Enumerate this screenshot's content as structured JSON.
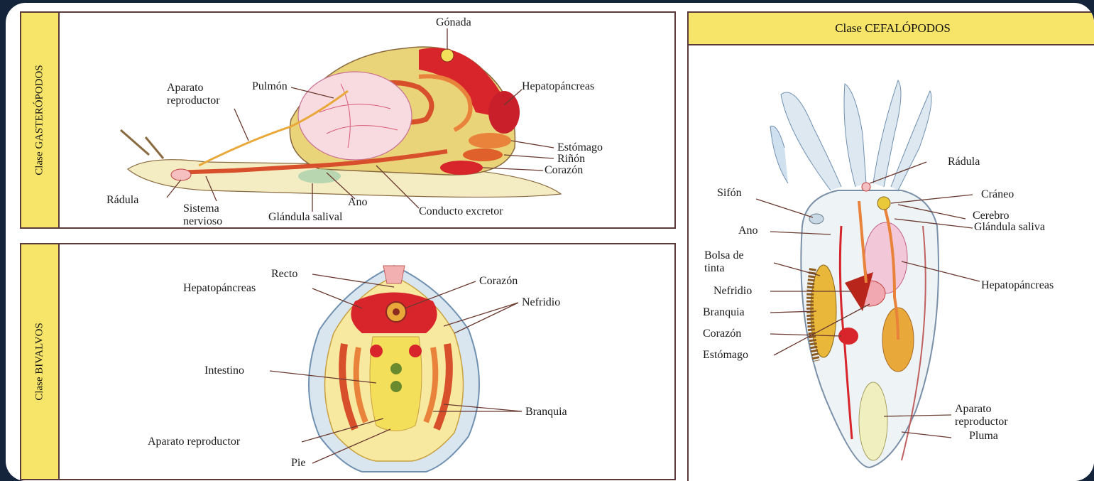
{
  "gasteropodos": {
    "class_title": "Clase GASTERÓPODOS",
    "labels": {
      "gonada": "Gónada",
      "aparato": "Aparato",
      "reproductor": "reproductor",
      "pulmon": "Pulmón",
      "hepatopancreas": "Hepatopáncreas",
      "estomago": "Estómago",
      "rinon": "Riñón",
      "corazon": "Corazón",
      "radula": "Rádula",
      "sistema": "Sistema",
      "nervioso": "nervioso",
      "ano": "Ano",
      "glandula": "Glándula salival",
      "conducto": "Conducto  excretor"
    }
  },
  "bivalvos": {
    "class_title": "Clase BIVALVOS",
    "labels": {
      "recto": "Recto",
      "hepatopancreas": "Hepatopáncreas",
      "corazon": "Corazón",
      "nefridio": "Nefridio",
      "intestino": "Intestino",
      "branquia": "Branquia",
      "aparato": "Aparato reproductor",
      "pie": "Pie"
    }
  },
  "cefalopodos": {
    "class_title": "Clase CEFALÓPODOS",
    "labels": {
      "radula": "Rádula",
      "sifon": "Sifón",
      "craneo": "Cráneo",
      "cerebro": "Cerebro",
      "glandula": "Glándula  saliva",
      "ano": "Ano",
      "bolsa1": "Bolsa de",
      "bolsa2": "tinta",
      "hepatopancreas": "Hepatopáncreas",
      "nefridio": "Nefridio",
      "branquia": "Branquia",
      "corazon": "Corazón",
      "estomago": "Estómago",
      "aparato": "Aparato",
      "reproductor": "reproductor",
      "pluma": "Pluma"
    }
  },
  "colors": {
    "panel_band": "#f7e56a",
    "organ_red": "#d8252b",
    "organ_orange": "#e9823a",
    "organ_yellow": "#f3df5a",
    "body_cream": "#f4edc4",
    "outline": "#5a3a3a"
  }
}
